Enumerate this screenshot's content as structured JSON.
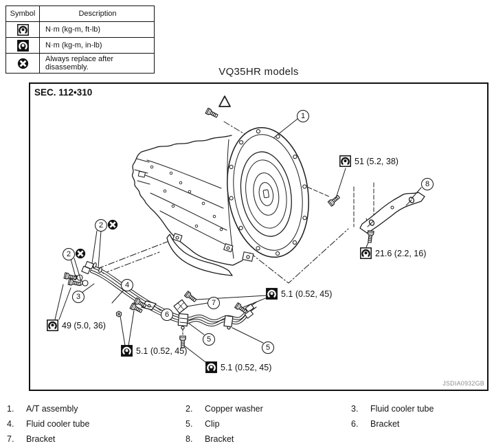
{
  "legend": {
    "col_headers": [
      "Symbol",
      "Description"
    ],
    "rows": [
      {
        "icon": "torque-wrench-outline-icon",
        "description": "N·m (kg-m, ft-lb)"
      },
      {
        "icon": "torque-wrench-filled-icon",
        "description": "N·m (kg-m, in-lb)"
      },
      {
        "icon": "replace-after-disassembly-icon",
        "description": "Always replace after disassembly."
      }
    ]
  },
  "title": "VQ35HR models",
  "diagram": {
    "section_label": "SEC. 112•310",
    "figure_code": "JSDIA0932GB",
    "callouts": [
      {
        "num": "1"
      },
      {
        "num": "2"
      },
      {
        "num": "2"
      },
      {
        "num": "3"
      },
      {
        "num": "4"
      },
      {
        "num": "5"
      },
      {
        "num": "5"
      },
      {
        "num": "6"
      },
      {
        "num": "7"
      },
      {
        "num": "8"
      }
    ],
    "torque_labels": [
      {
        "unit_style": "ft-lb",
        "value": "51 (5.2, 38)"
      },
      {
        "unit_style": "ft-lb",
        "value": "21.6 (2.2, 16)"
      },
      {
        "unit_style": "ft-lb",
        "value": "49 (5.0, 36)"
      },
      {
        "unit_style": "in-lb",
        "value": "5.1 (0.52, 45)"
      },
      {
        "unit_style": "in-lb",
        "value": "5.1 (0.52, 45)"
      },
      {
        "unit_style": "in-lb",
        "value": "5.1 (0.52, 45)"
      }
    ],
    "colors": {
      "line": "#1c1c1c",
      "figure_code_text": "#8d8d8d"
    }
  },
  "parts_list": [
    {
      "num": "1.",
      "label": "A/T assembly"
    },
    {
      "num": "2.",
      "label": "Copper washer"
    },
    {
      "num": "3.",
      "label": "Fluid cooler tube"
    },
    {
      "num": "4.",
      "label": "Fluid cooler tube"
    },
    {
      "num": "5.",
      "label": "Clip"
    },
    {
      "num": "6.",
      "label": "Bracket"
    },
    {
      "num": "7.",
      "label": "Bracket"
    },
    {
      "num": "8.",
      "label": "Bracket"
    }
  ]
}
